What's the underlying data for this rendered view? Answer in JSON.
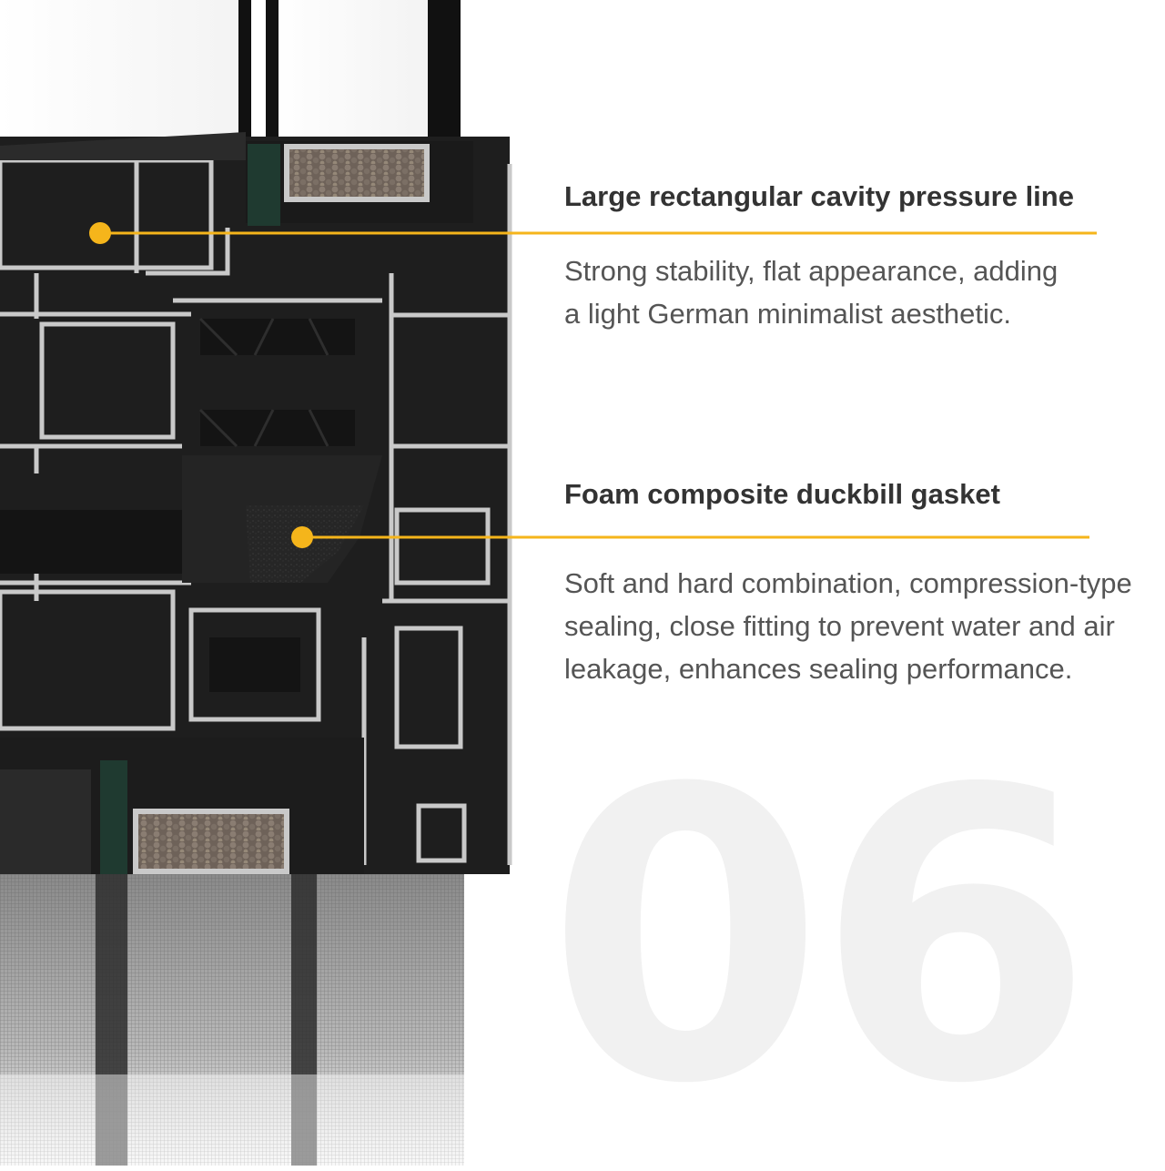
{
  "section_number": "06",
  "features": [
    {
      "title": "Large rectangular cavity pressure line",
      "description": "Strong stability, flat appearance, adding a light German minimalist aesthetic."
    },
    {
      "title": "Foam composite duckbill gasket",
      "description": "Soft and hard combination, compression-type sealing, close fitting to prevent water and air leakage, enhances sealing performance."
    }
  ],
  "colors": {
    "accent": "#f5b51b",
    "aluminum_dark": "#1e1e1e",
    "aluminum_edge": "#c9c9c9",
    "foam": "#6e6259",
    "big_number": "#f1f1f1",
    "heading_text": "#333333",
    "body_text": "#555555"
  }
}
